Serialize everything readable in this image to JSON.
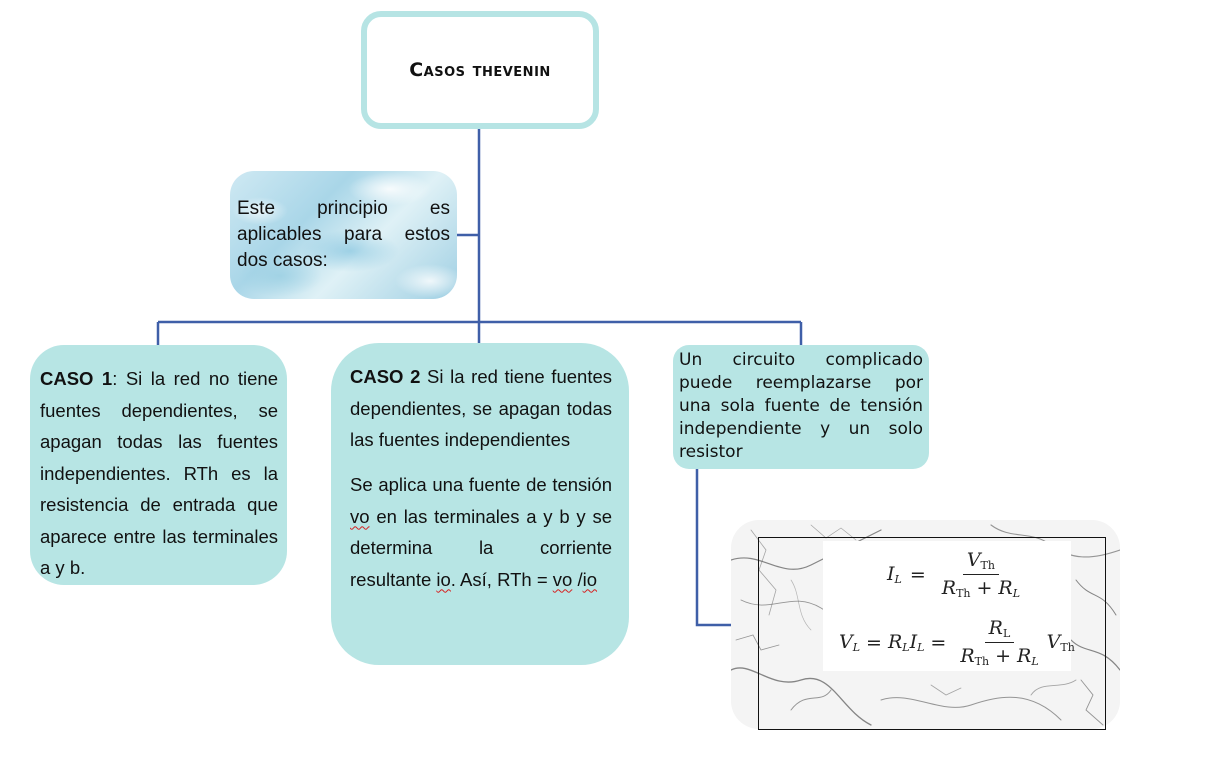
{
  "title": "Casos thevenin",
  "intro": {
    "text": "Este principio es aplicables para estos dos casos:"
  },
  "case1": {
    "label": "CASO 1",
    "text": ": Si la red no tiene fuentes dependientes, se apagan todas las fuentes independientes. RTh es la resistencia de entrada que aparece entre las terminales a y b."
  },
  "case2": {
    "label": "CASO 2",
    "text": " Si la red tiene fuentes dependientes, se apagan todas las fuentes independientes",
    "p2_before": "Se aplica una fuente de tensión ",
    "vo1": "vo",
    "p2_middle": " en las terminales a y b y se determina la corriente resultante ",
    "io1": "io",
    "p2_after": ". Así, RTh = ",
    "vo2": "vo",
    "slash": " /",
    "io2": "io"
  },
  "case3": {
    "text": "Un circuito complicado puede reemplazarse por una sola fuente de tensión independiente y un solo resistor"
  },
  "formula1": {
    "lhs_var": "I",
    "lhs_sub": "L",
    "eq": "=",
    "num_var": "V",
    "num_sub": "Th",
    "den_var1": "R",
    "den_sub1": "Th",
    "den_plus": "+",
    "den_var2": "R",
    "den_sub2": "L"
  },
  "formula2": {
    "lhs_var": "V",
    "lhs_sub": "L",
    "eq1": "=",
    "mid_var1": "R",
    "mid_sub1": "L",
    "mid_var2": "I",
    "mid_sub2": "L",
    "eq2": "=",
    "num_var": "R",
    "num_sub": "L",
    "den_var1": "R",
    "den_sub1": "Th",
    "den_plus": "+",
    "den_var2": "R",
    "den_sub2": "L",
    "tail_var": "V",
    "tail_sub": "Th"
  },
  "colors": {
    "box_fill": "#b7e5e4",
    "title_border": "#b6e4e4",
    "connector": "#3f5fa8"
  }
}
